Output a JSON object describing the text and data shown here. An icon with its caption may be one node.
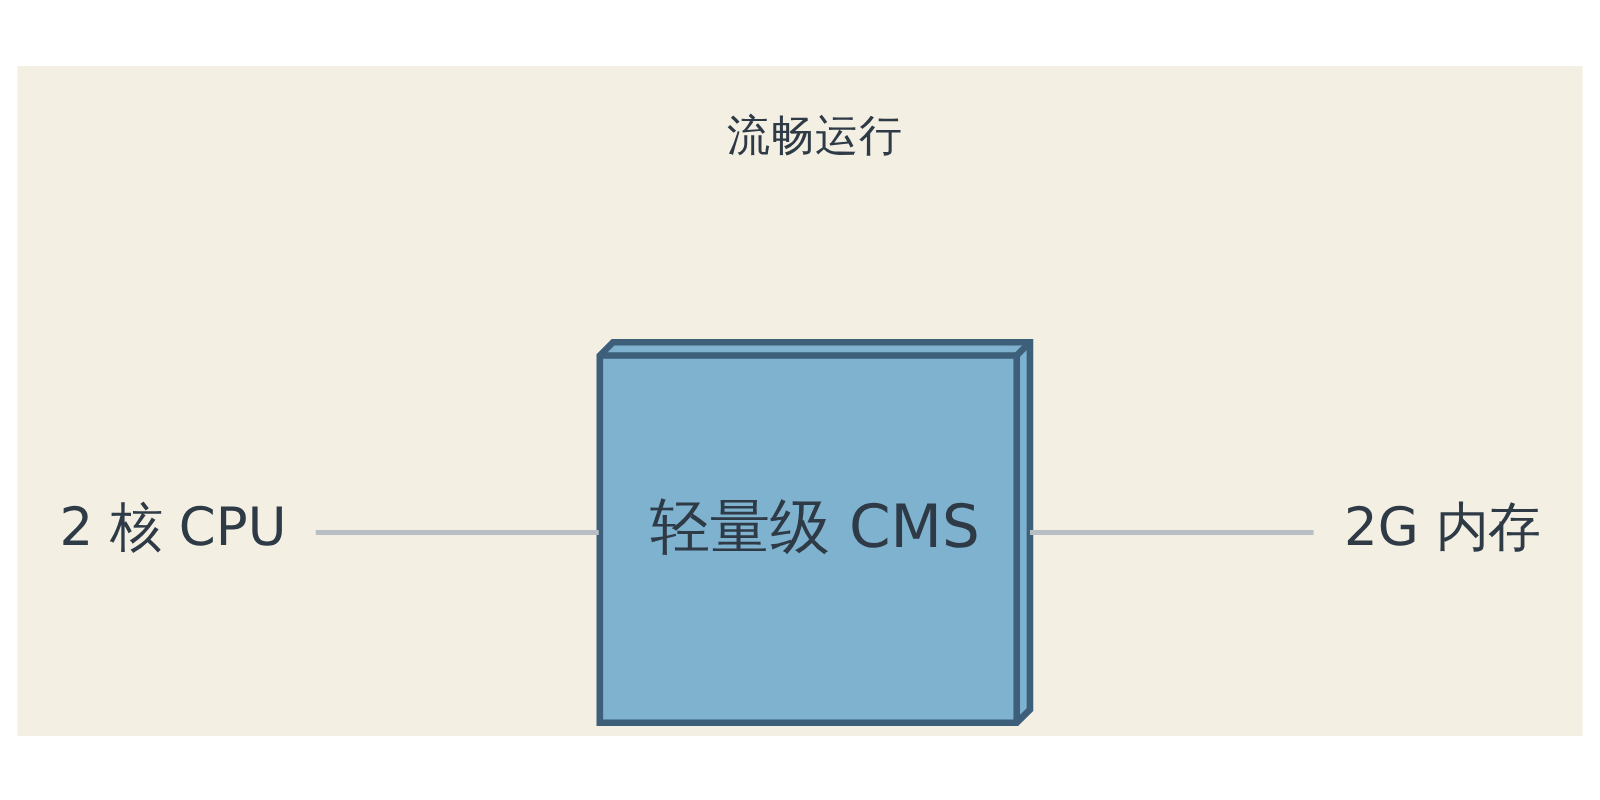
{
  "diagram": {
    "nodes": [
      {
        "text": [
          "2 核 CPU"
        ]
      },
      {
        "text": [
          "流畅运行"
        ]
      },
      {
        "text": [
          "轻量级 CMS"
        ]
      },
      {
        "text": [
          "2G 内存"
        ]
      }
    ],
    "edges": [
      {
        "from": 0,
        "to": 2,
        "arrow": "none"
      },
      {
        "from": 2,
        "to": 3,
        "arrow": "none"
      }
    ]
  }
}
